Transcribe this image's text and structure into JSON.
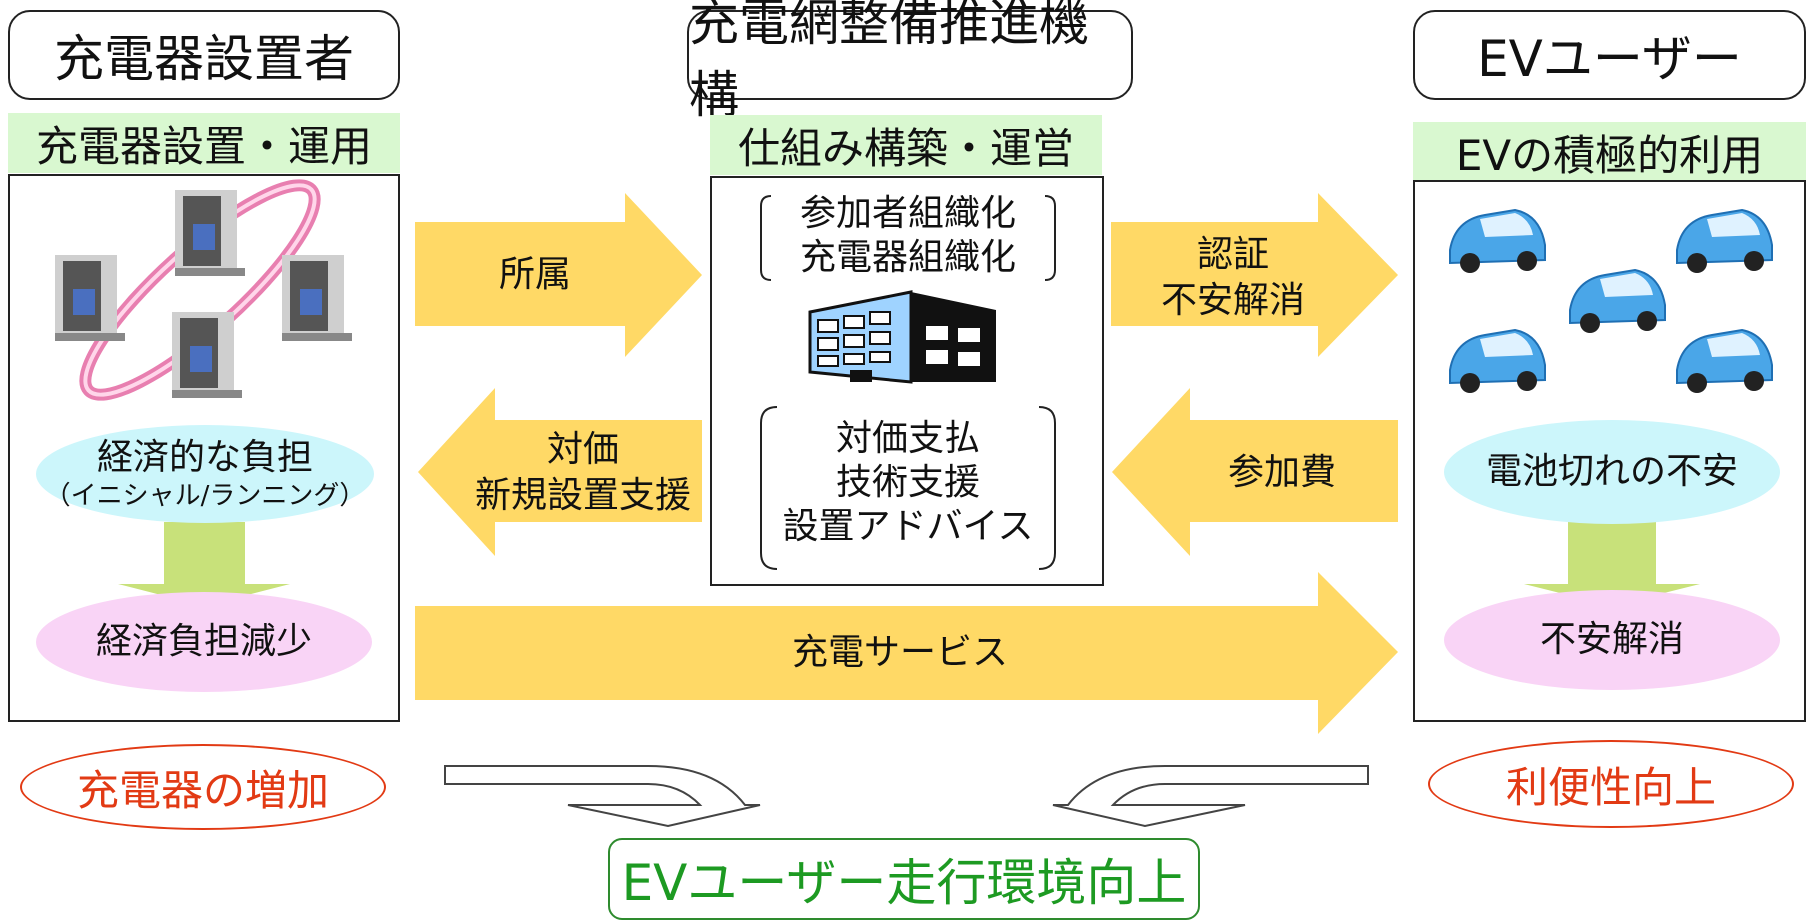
{
  "left": {
    "header": "充電器設置者",
    "band": "充電器設置・運用",
    "burden": {
      "main": "経済的な負担",
      "sub": "（イニシャル/ランニング）"
    },
    "result_ellipse": "経済負担減少",
    "outcome": "充電器の増加"
  },
  "center": {
    "header": "充電網整備推進機構",
    "band": "仕組み構築・運営",
    "top_items": [
      "参加者組織化",
      "充電器組織化"
    ],
    "bottom_items": [
      "対価支払",
      "技術支援",
      "設置アドバイス"
    ]
  },
  "right": {
    "header": "EVユーザー",
    "band": "EVの積極的利用",
    "anxiety": "電池切れの不安",
    "result_ellipse": "不安解消",
    "outcome": "利便性向上"
  },
  "arrows": {
    "belong": "所属",
    "compensation": [
      "対価",
      "新規設置支援"
    ],
    "certification": [
      "認証",
      "不安解消"
    ],
    "fee": "参加費",
    "charging_service": "充電サービス"
  },
  "final": "EVユーザー走行環境向上",
  "colors": {
    "arrow": "#ffd966",
    "band": "#d9f8d0",
    "cyan": "#ccf6fb",
    "pink": "#f9d4f6",
    "down_arrow": "#c8e17a",
    "red": "#e23a14",
    "green": "#1d9a22"
  }
}
